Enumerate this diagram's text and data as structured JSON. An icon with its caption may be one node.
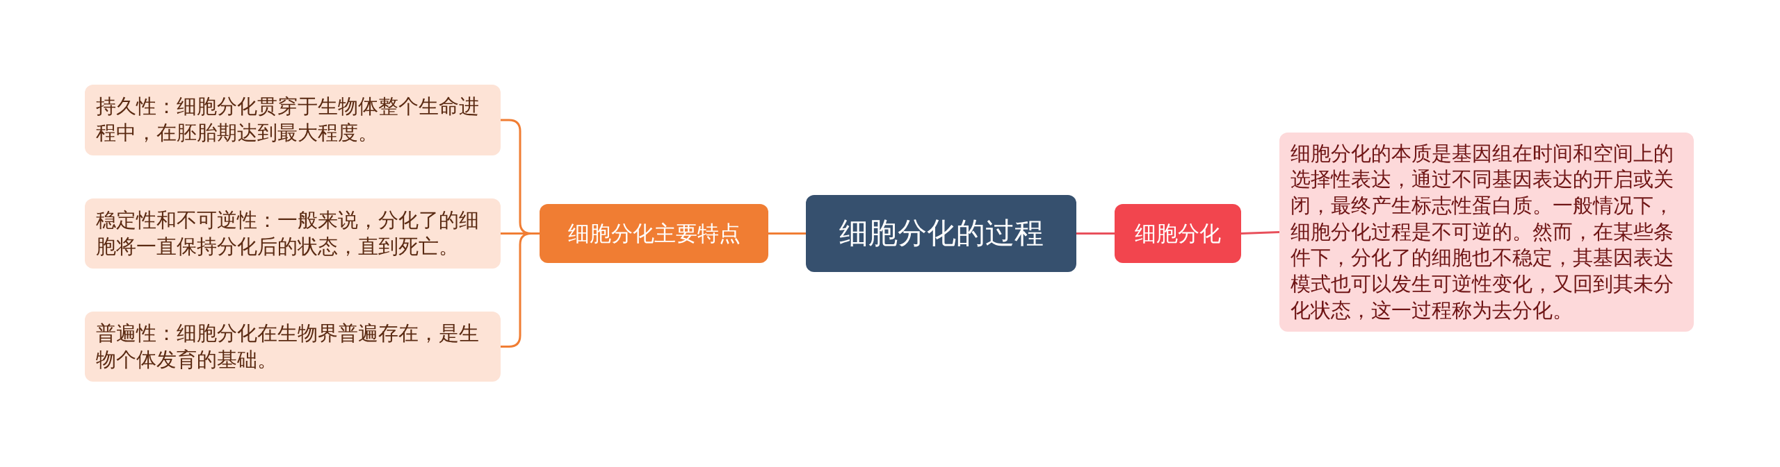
{
  "diagram": {
    "nodes": [
      {
        "text": [
          "细胞分化的过程"
        ]
      },
      {
        "text": [
          "细胞分化主要特点"
        ]
      },
      {
        "text": [
          "持久性：细胞分化贯穿于生物体整个生命进程中，在胚胎期达到最大程度。"
        ]
      },
      {
        "text": [
          "稳定性和不可逆性：一般来说，分化了的细胞将一直保持分化后的状态，直到死亡。"
        ]
      },
      {
        "text": [
          "普遍性：细胞分化在生物界普遍存在，是生物个体发育的基础。"
        ]
      },
      {
        "text": [
          "细胞分化"
        ]
      },
      {
        "text": [
          "细胞分化的本质是基因组在时间和空间上的选择性表达，通过不同基因表达的开启或关闭，最终产生标志性蛋白质。一般情况下，细胞分化过程是不可逆的。然而，在某些条件下，分化了的细胞也不稳定，其基因表达模式也可以发生可逆性变化，又回到其未分化状态，这一过程称为去分化。"
        ]
      }
    ],
    "edges": [
      {
        "from": 0,
        "to": 1,
        "arrow": "none"
      },
      {
        "from": 1,
        "to": 2,
        "arrow": "none"
      },
      {
        "from": 1,
        "to": 3,
        "arrow": "none"
      },
      {
        "from": 1,
        "to": 4,
        "arrow": "none"
      },
      {
        "from": 0,
        "to": 5,
        "arrow": "none",
        "color": "#e8505b"
      },
      {
        "from": 5,
        "to": 6,
        "arrow": "none",
        "color": "#e8505b"
      }
    ]
  }
}
